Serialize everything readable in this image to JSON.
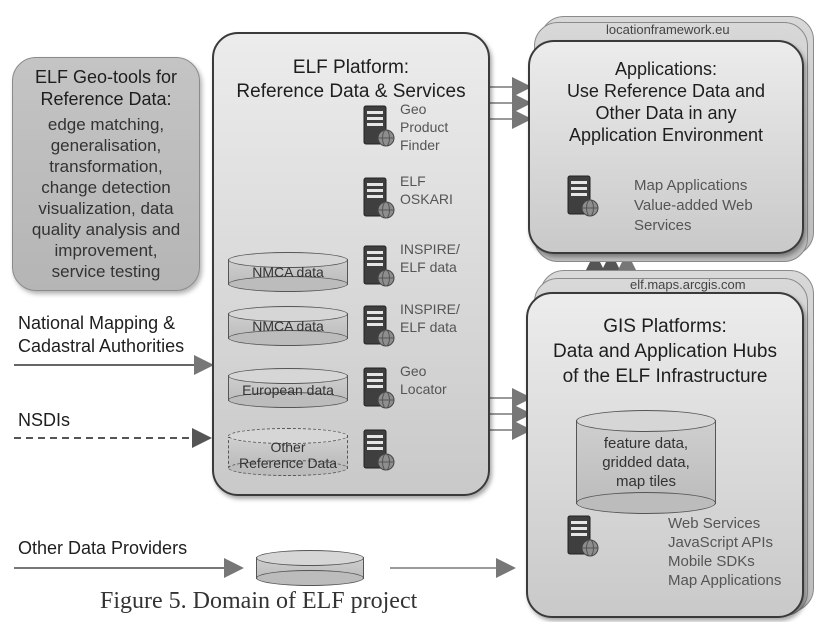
{
  "geo_tools": {
    "title_line1": "ELF Geo-tools for",
    "title_line2": "Reference Data:",
    "items": [
      "edge matching,",
      "generalisation,",
      "transformation,",
      "change detection",
      "visualization, data",
      "quality analysis and",
      "improvement,",
      "service testing"
    ]
  },
  "platform": {
    "title_line1": "ELF Platform:",
    "title_line2": "Reference Data & Services",
    "services": [
      {
        "lines": [
          "Geo",
          "Product",
          "Finder"
        ]
      },
      {
        "lines": [
          "ELF",
          "OSKARI"
        ]
      },
      {
        "lines": [
          "INSPIRE/",
          "ELF data"
        ]
      },
      {
        "lines": [
          "INSPIRE/",
          "ELF data"
        ]
      },
      {
        "lines": [
          "Geo",
          "Locator"
        ]
      }
    ],
    "databases": [
      "NMCA data",
      "NMCA data",
      "European data",
      "Other",
      "Reference Data"
    ]
  },
  "applications": {
    "url": "locationframework.eu",
    "title_lines": [
      "Applications:",
      "Use Reference Data and",
      "Other Data in any",
      "Application Environment"
    ],
    "items": [
      "Map Applications",
      "Value-added Web",
      "Services"
    ]
  },
  "gis": {
    "url": "elf.maps.arcgis.com",
    "title_lines": [
      "GIS Platforms:",
      "Data and Application Hubs",
      "of the ELF Infrastructure"
    ],
    "db_lines": [
      "feature data,",
      "gridded data,",
      "map tiles"
    ],
    "items": [
      "Web Services",
      "JavaScript APIs",
      "Mobile SDKs",
      "Map Applications"
    ]
  },
  "inputs": {
    "nmca_line1": "National Mapping &",
    "nmca_line2": "Cadastral Authorities",
    "nsdi": "NSDIs",
    "other": "Other Data Providers"
  },
  "caption": "Figure 5. Domain of ELF project"
}
